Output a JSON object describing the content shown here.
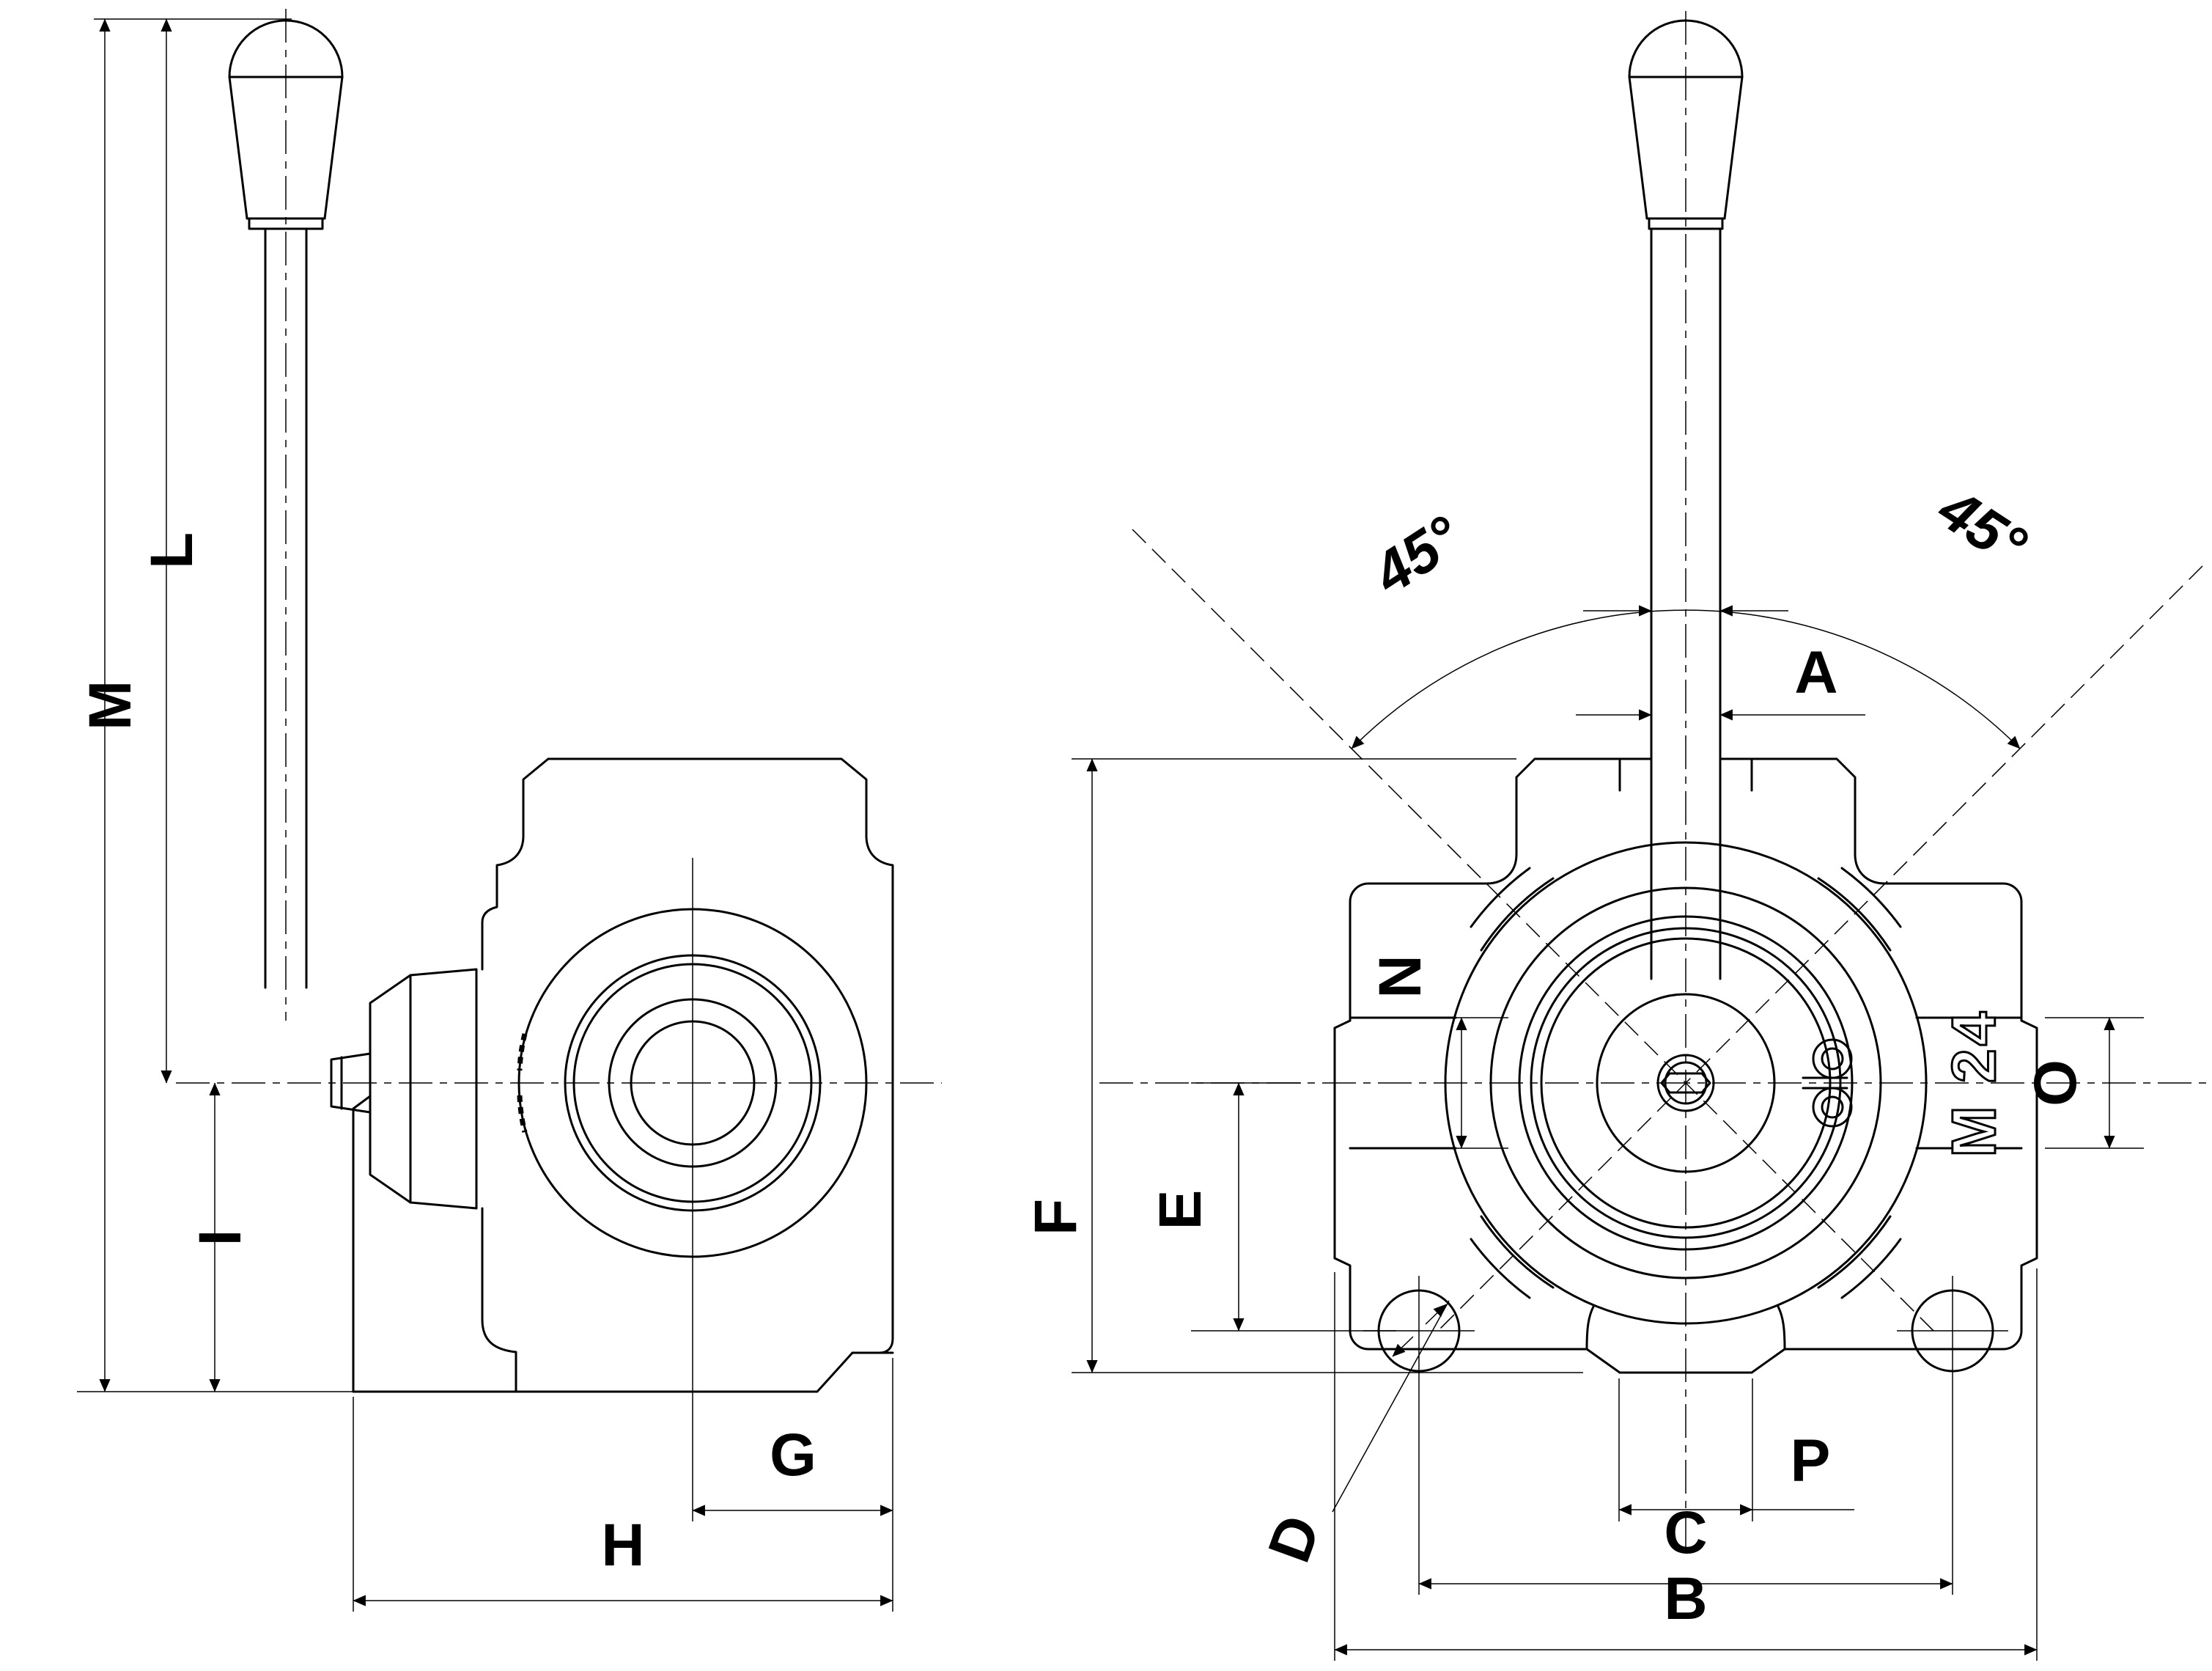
{
  "drawing": {
    "type": "engineering-dimension-drawing",
    "subject": "hand-lever directional valve, two orthographic views",
    "colors": {
      "line": "#000000",
      "background": "#ffffff"
    },
    "side_view": {
      "labels": {
        "M": "M",
        "L": "L",
        "I": "I",
        "G": "G",
        "H": "H"
      }
    },
    "front_view": {
      "labels": {
        "angle_left": "45°",
        "angle_right": "45°",
        "A": "A",
        "N": "N",
        "E": "E",
        "F": "F",
        "D": "D",
        "O": "O",
        "P": "P",
        "C": "C",
        "B": "B",
        "thread": "M 24"
      }
    }
  }
}
